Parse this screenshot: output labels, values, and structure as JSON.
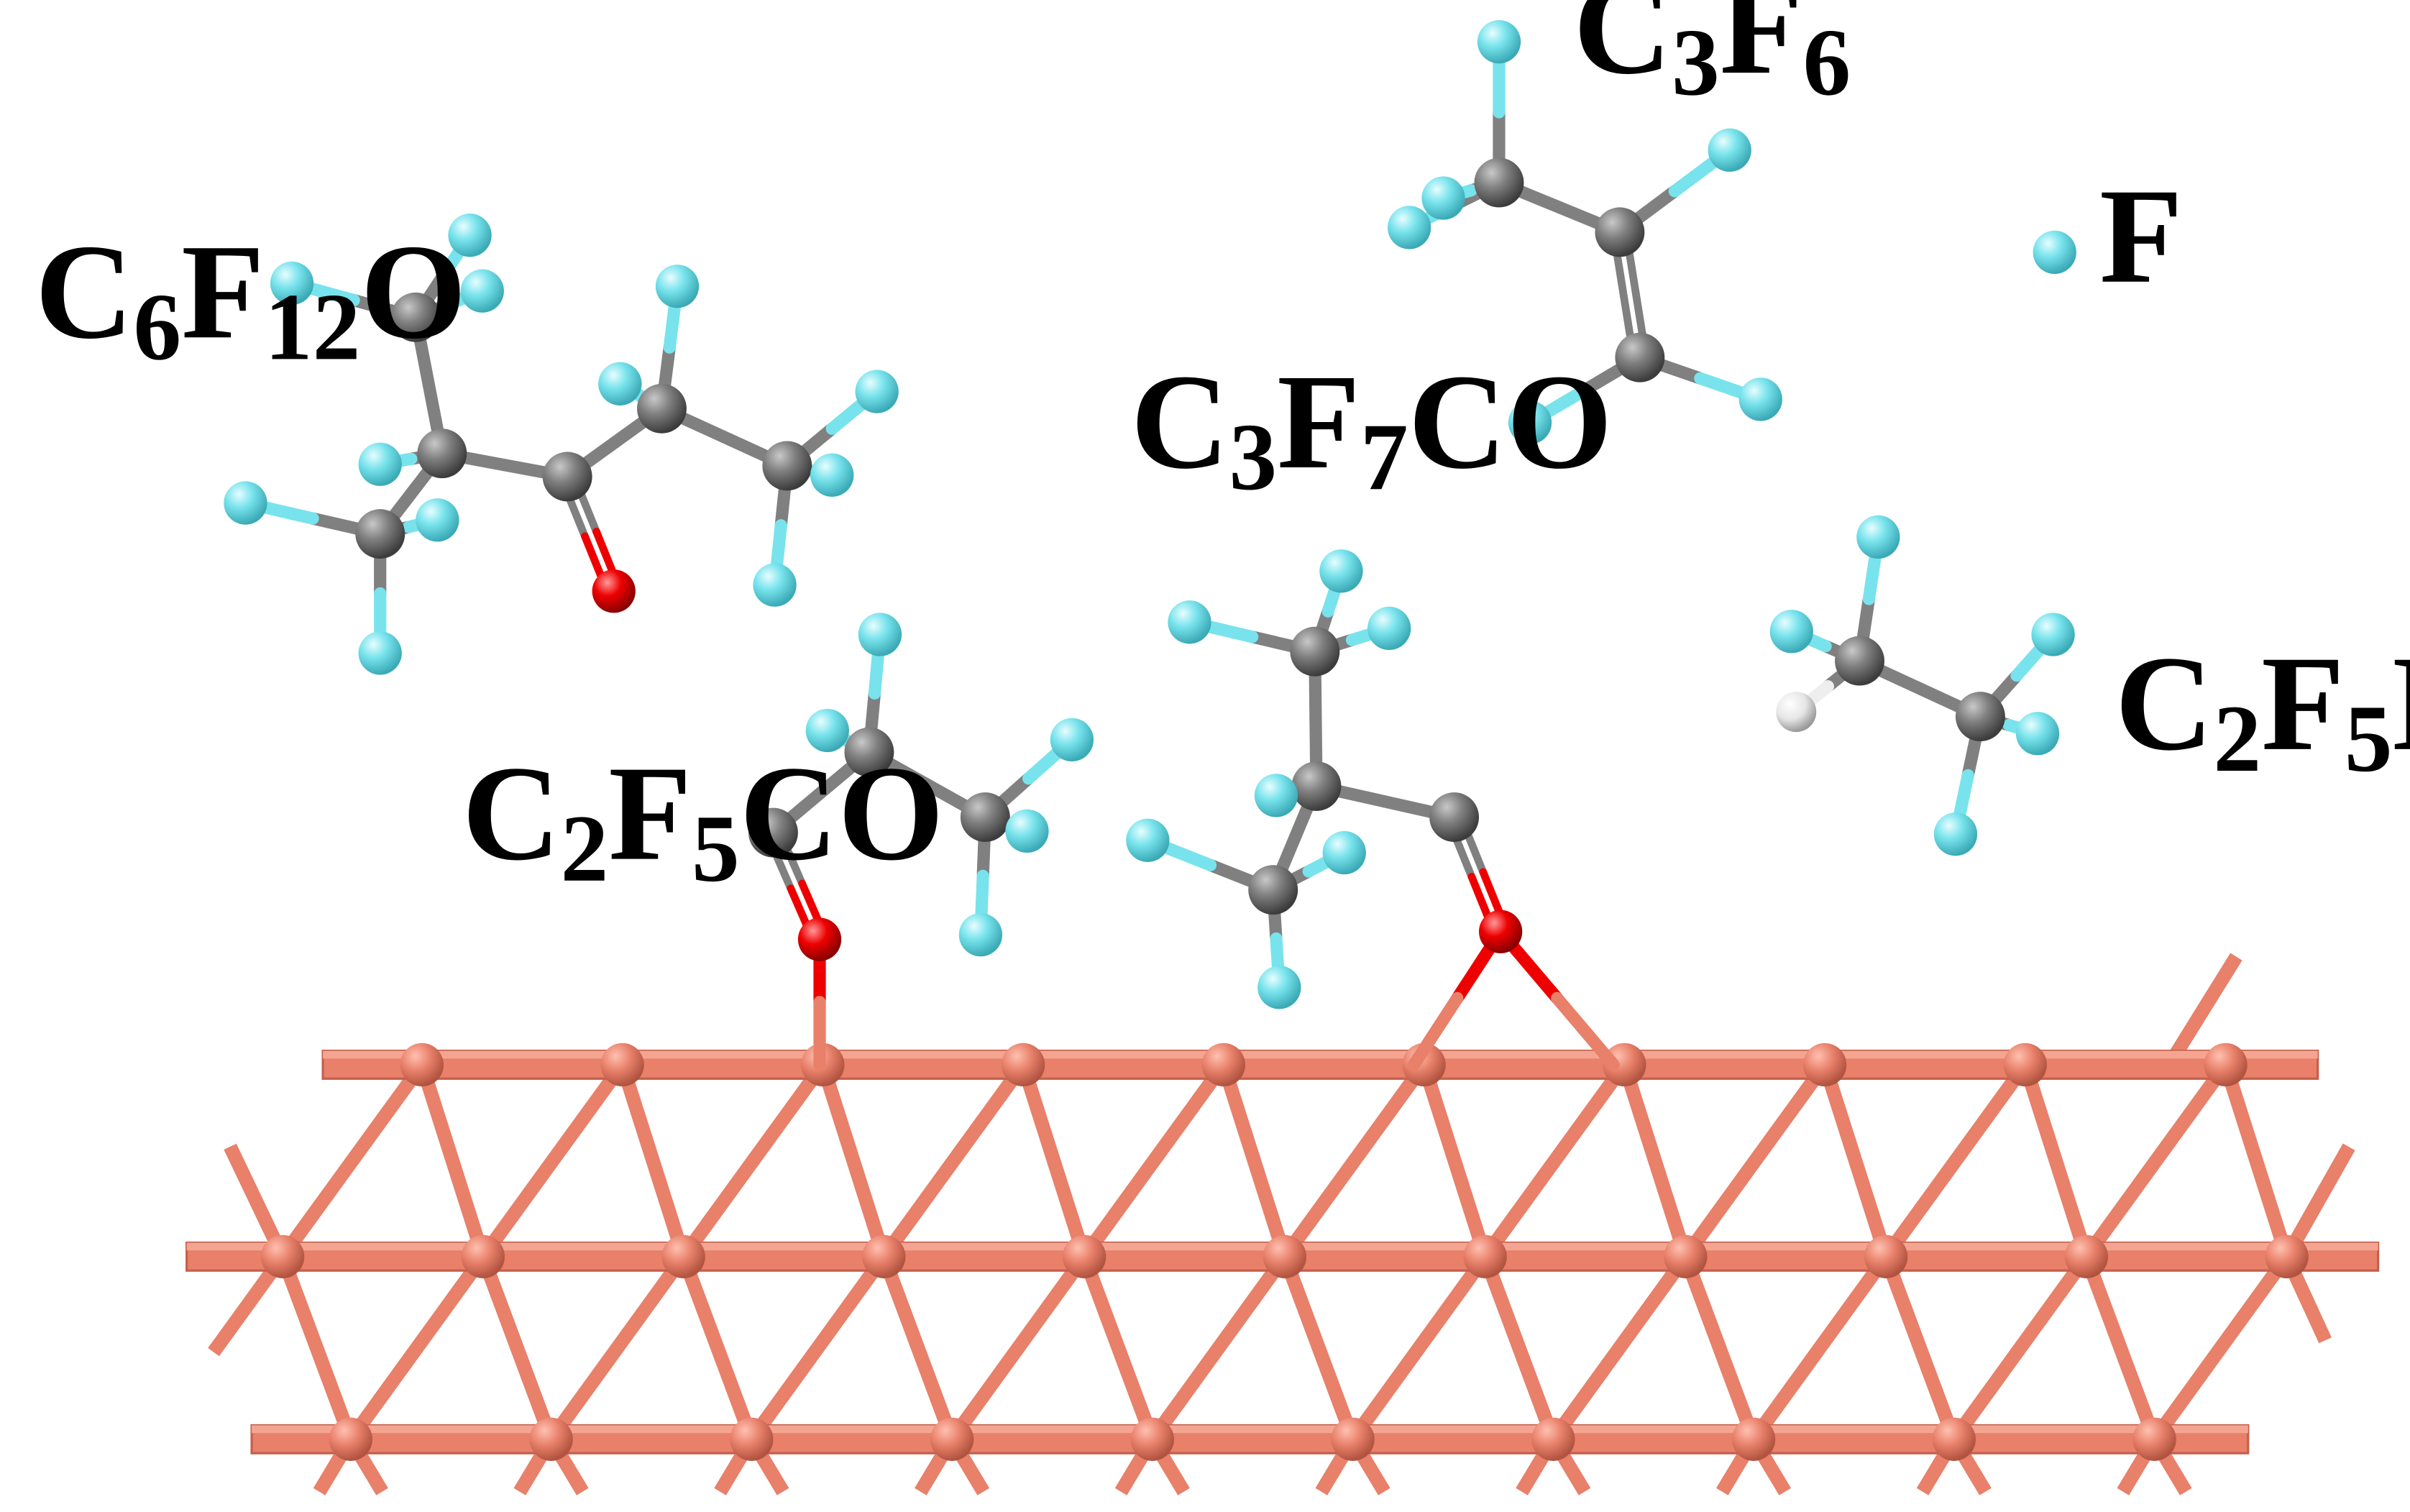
{
  "colors": {
    "background": "#ffffff",
    "carbon": "#808080",
    "fluorine": "#78e3ec",
    "oxygen": "#ee0000",
    "hydrogen": "#eeeeee",
    "copper": "#e8806a"
  },
  "labels": {
    "c6f12o": {
      "base": "C",
      "s1": "6",
      "m1": "F",
      "s2": "12",
      "m2": "O"
    },
    "c3f6": {
      "base": "C",
      "s1": "3",
      "m1": "F",
      "s2": "6",
      "m2": ""
    },
    "f": {
      "base": "F"
    },
    "c3f7co": {
      "base": "C",
      "s1": "3",
      "m1": "F",
      "s2": "7",
      "m2": "CO"
    },
    "c2f5h": {
      "base": "C",
      "s1": "2",
      "m1": "F",
      "s2": "5",
      "m2": "H"
    },
    "c2f5co": {
      "base": "C",
      "s1": "2",
      "m1": "F",
      "s2": "5",
      "m2": "CO"
    }
  }
}
